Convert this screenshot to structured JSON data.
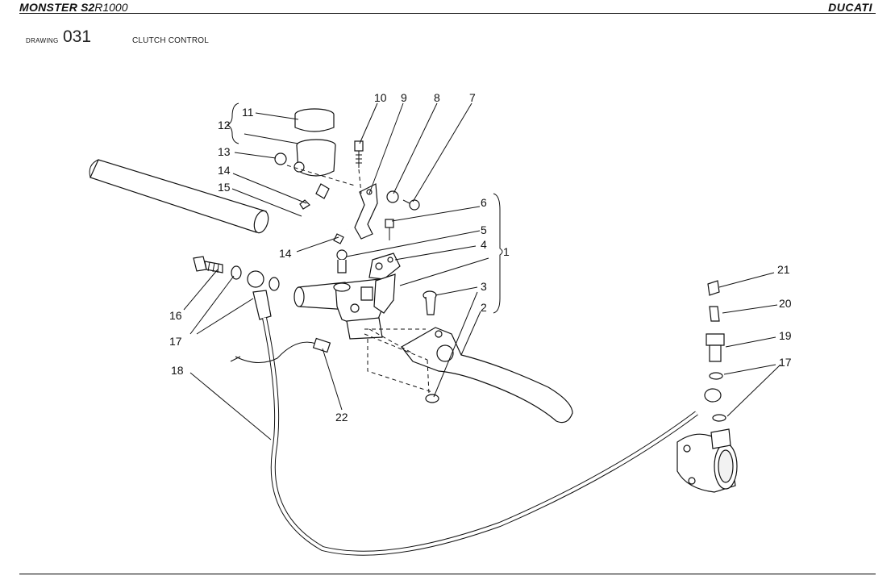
{
  "header": {
    "model_a": "MONSTER",
    "model_b": "S",
    "model_c": "2",
    "model_d": "R1000",
    "brand": "DUCATI"
  },
  "drawing": {
    "label": "DRAWING",
    "number": "031",
    "title": "CLUTCH CONTROL"
  },
  "callouts": [
    "1",
    "2",
    "3",
    "4",
    "5",
    "6",
    "7",
    "8",
    "9",
    "10",
    "11",
    "12",
    "13",
    "14",
    "14",
    "15",
    "16",
    "17",
    "17",
    "18",
    "19",
    "20",
    "21",
    "22"
  ]
}
